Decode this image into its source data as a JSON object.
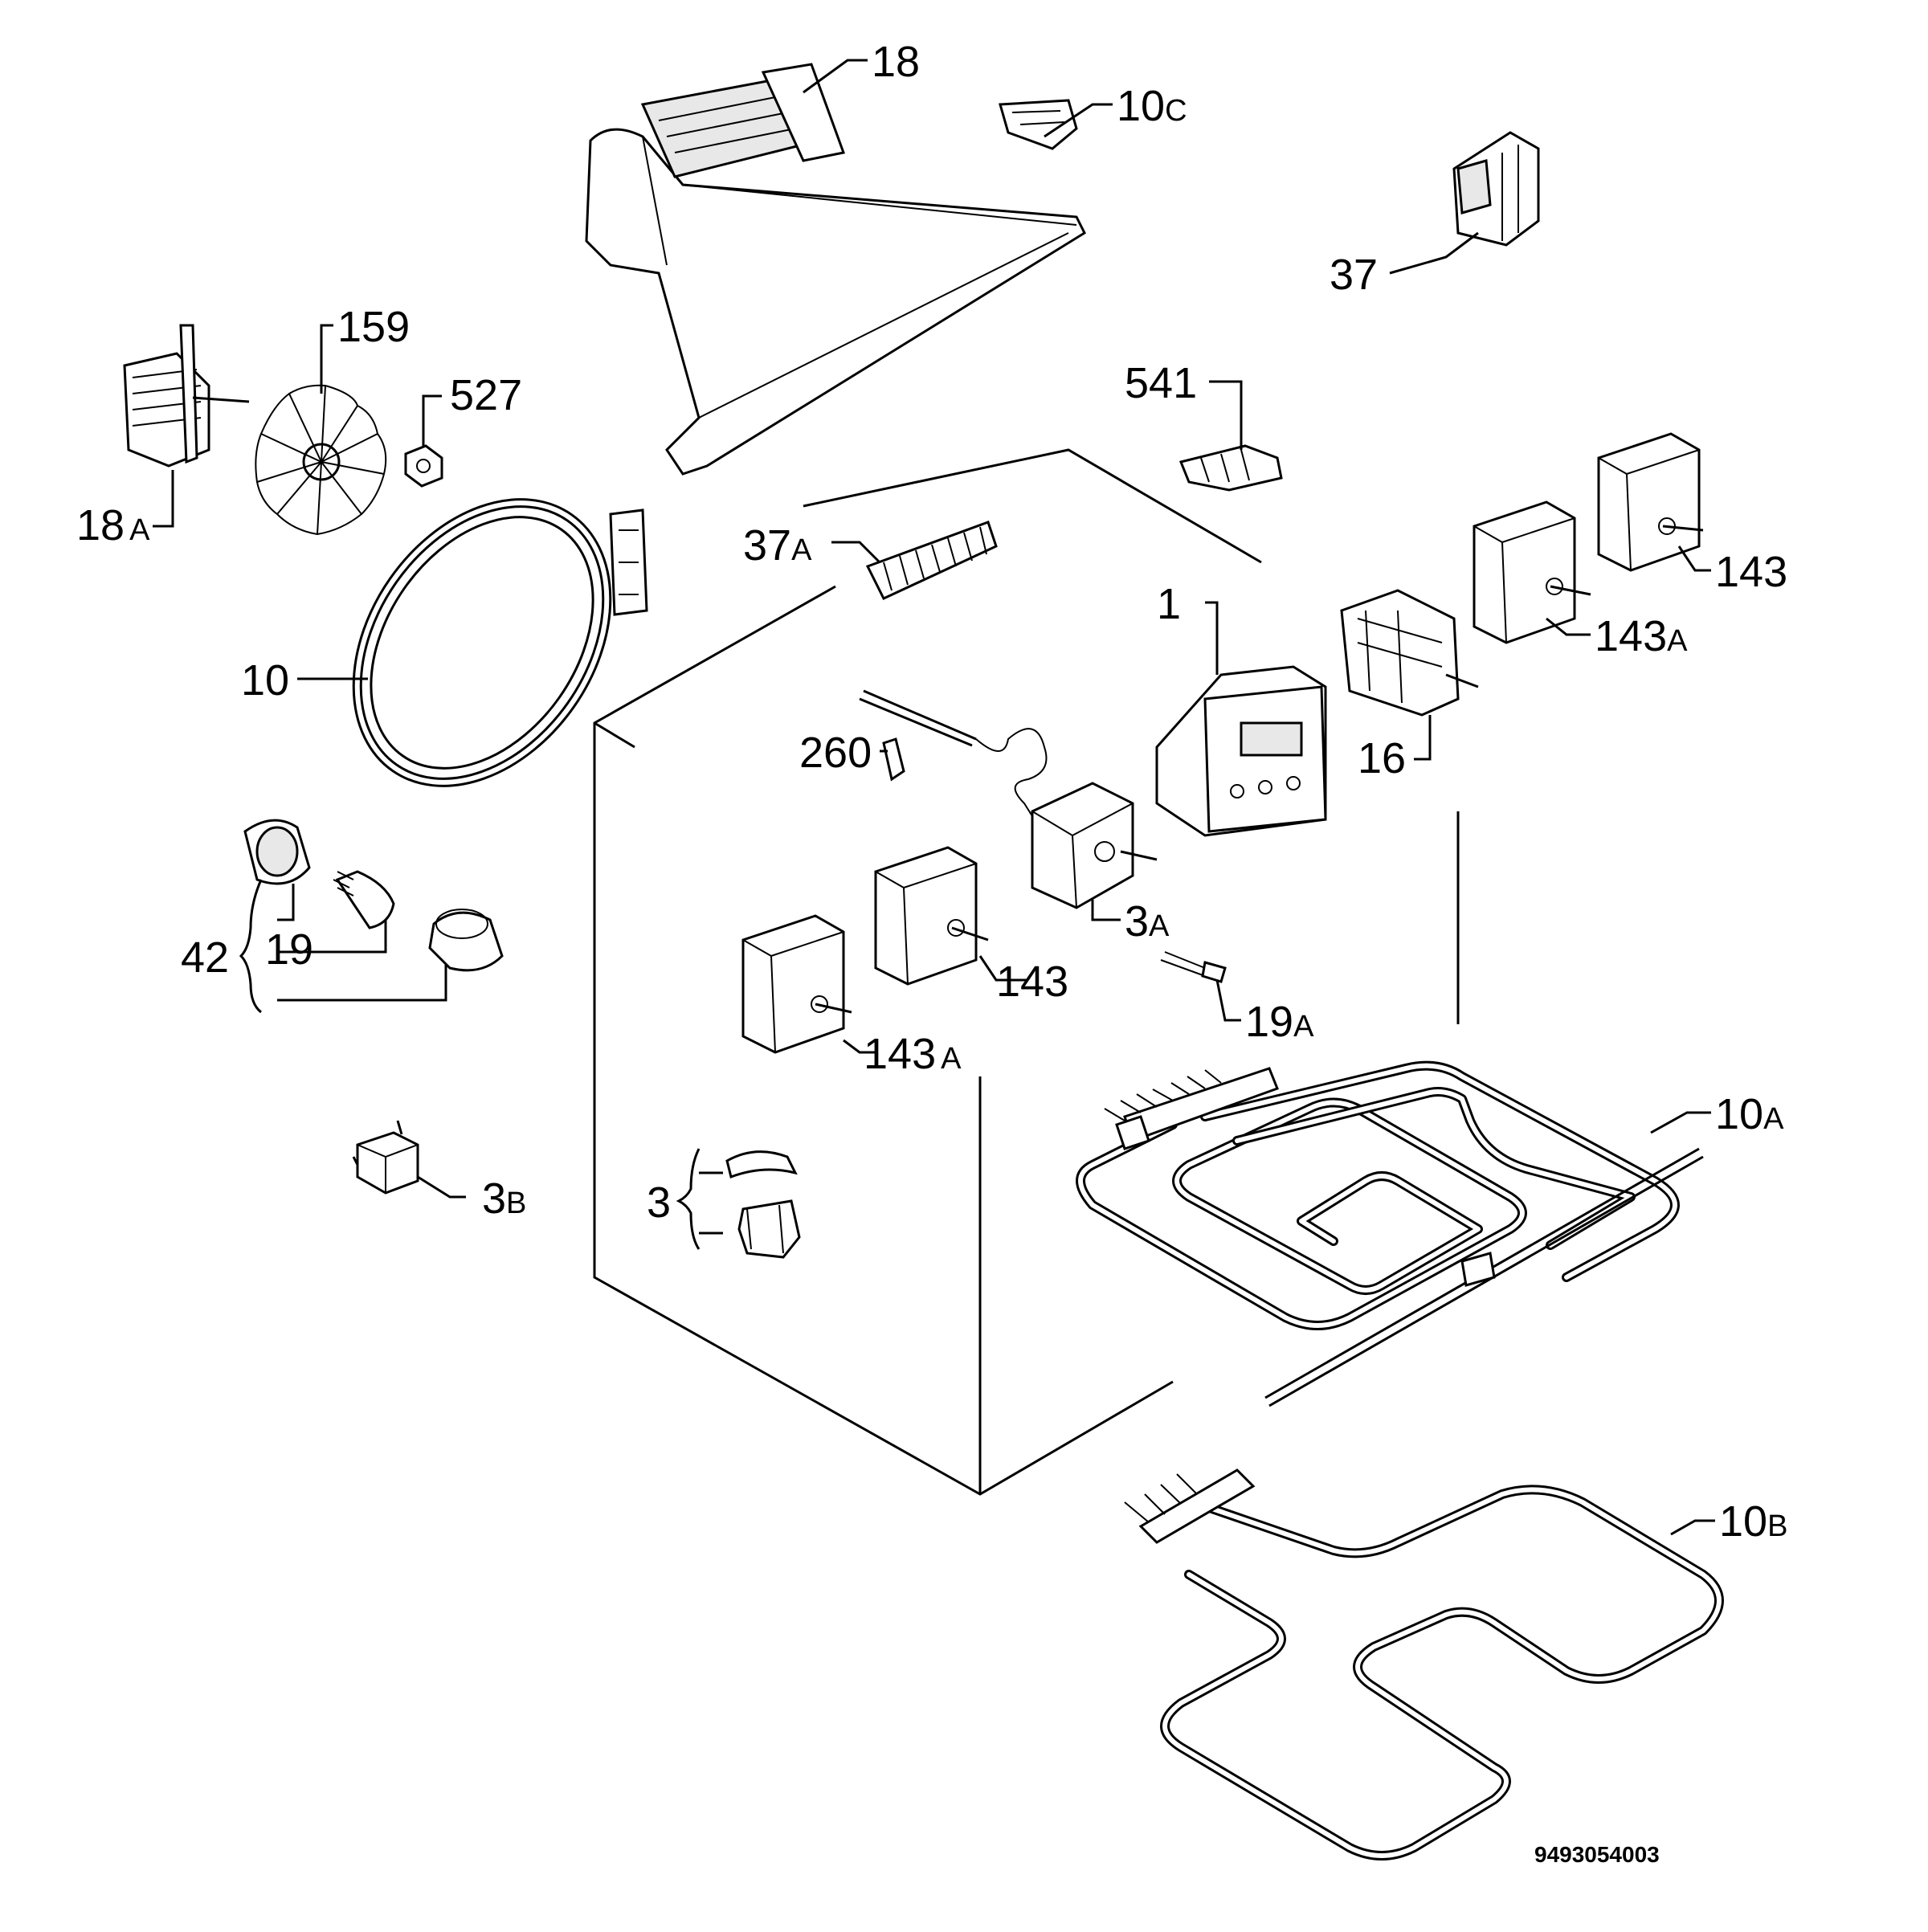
{
  "document_number": "9493054003",
  "parts": {
    "p18": {
      "num": "18",
      "suffix": ""
    },
    "p10c": {
      "num": "10",
      "suffix": "C"
    },
    "p37": {
      "num": "37",
      "suffix": ""
    },
    "p159": {
      "num": "159",
      "suffix": ""
    },
    "p527": {
      "num": "527",
      "suffix": ""
    },
    "p18a": {
      "num": "18",
      "suffix": "A"
    },
    "p541": {
      "num": "541",
      "suffix": ""
    },
    "p37a": {
      "num": "37",
      "suffix": "A"
    },
    "p143r": {
      "num": "143",
      "suffix": ""
    },
    "p143ar": {
      "num": "143",
      "suffix": "A"
    },
    "p10": {
      "num": "10",
      "suffix": ""
    },
    "p1": {
      "num": "1",
      "suffix": ""
    },
    "p16": {
      "num": "16",
      "suffix": ""
    },
    "p260": {
      "num": "260",
      "suffix": ""
    },
    "p3a": {
      "num": "3",
      "suffix": "A"
    },
    "p42": {
      "num": "42",
      "suffix": ""
    },
    "p19": {
      "num": "19",
      "suffix": ""
    },
    "p143c": {
      "num": "143",
      "suffix": ""
    },
    "p19a": {
      "num": "19",
      "suffix": "A"
    },
    "p143ac": {
      "num": "143",
      "suffix": "A"
    },
    "p10a": {
      "num": "10",
      "suffix": "A"
    },
    "p3b": {
      "num": "3",
      "suffix": "B"
    },
    "p3": {
      "num": "3",
      "suffix": ""
    },
    "p10b": {
      "num": "10",
      "suffix": "B"
    }
  }
}
